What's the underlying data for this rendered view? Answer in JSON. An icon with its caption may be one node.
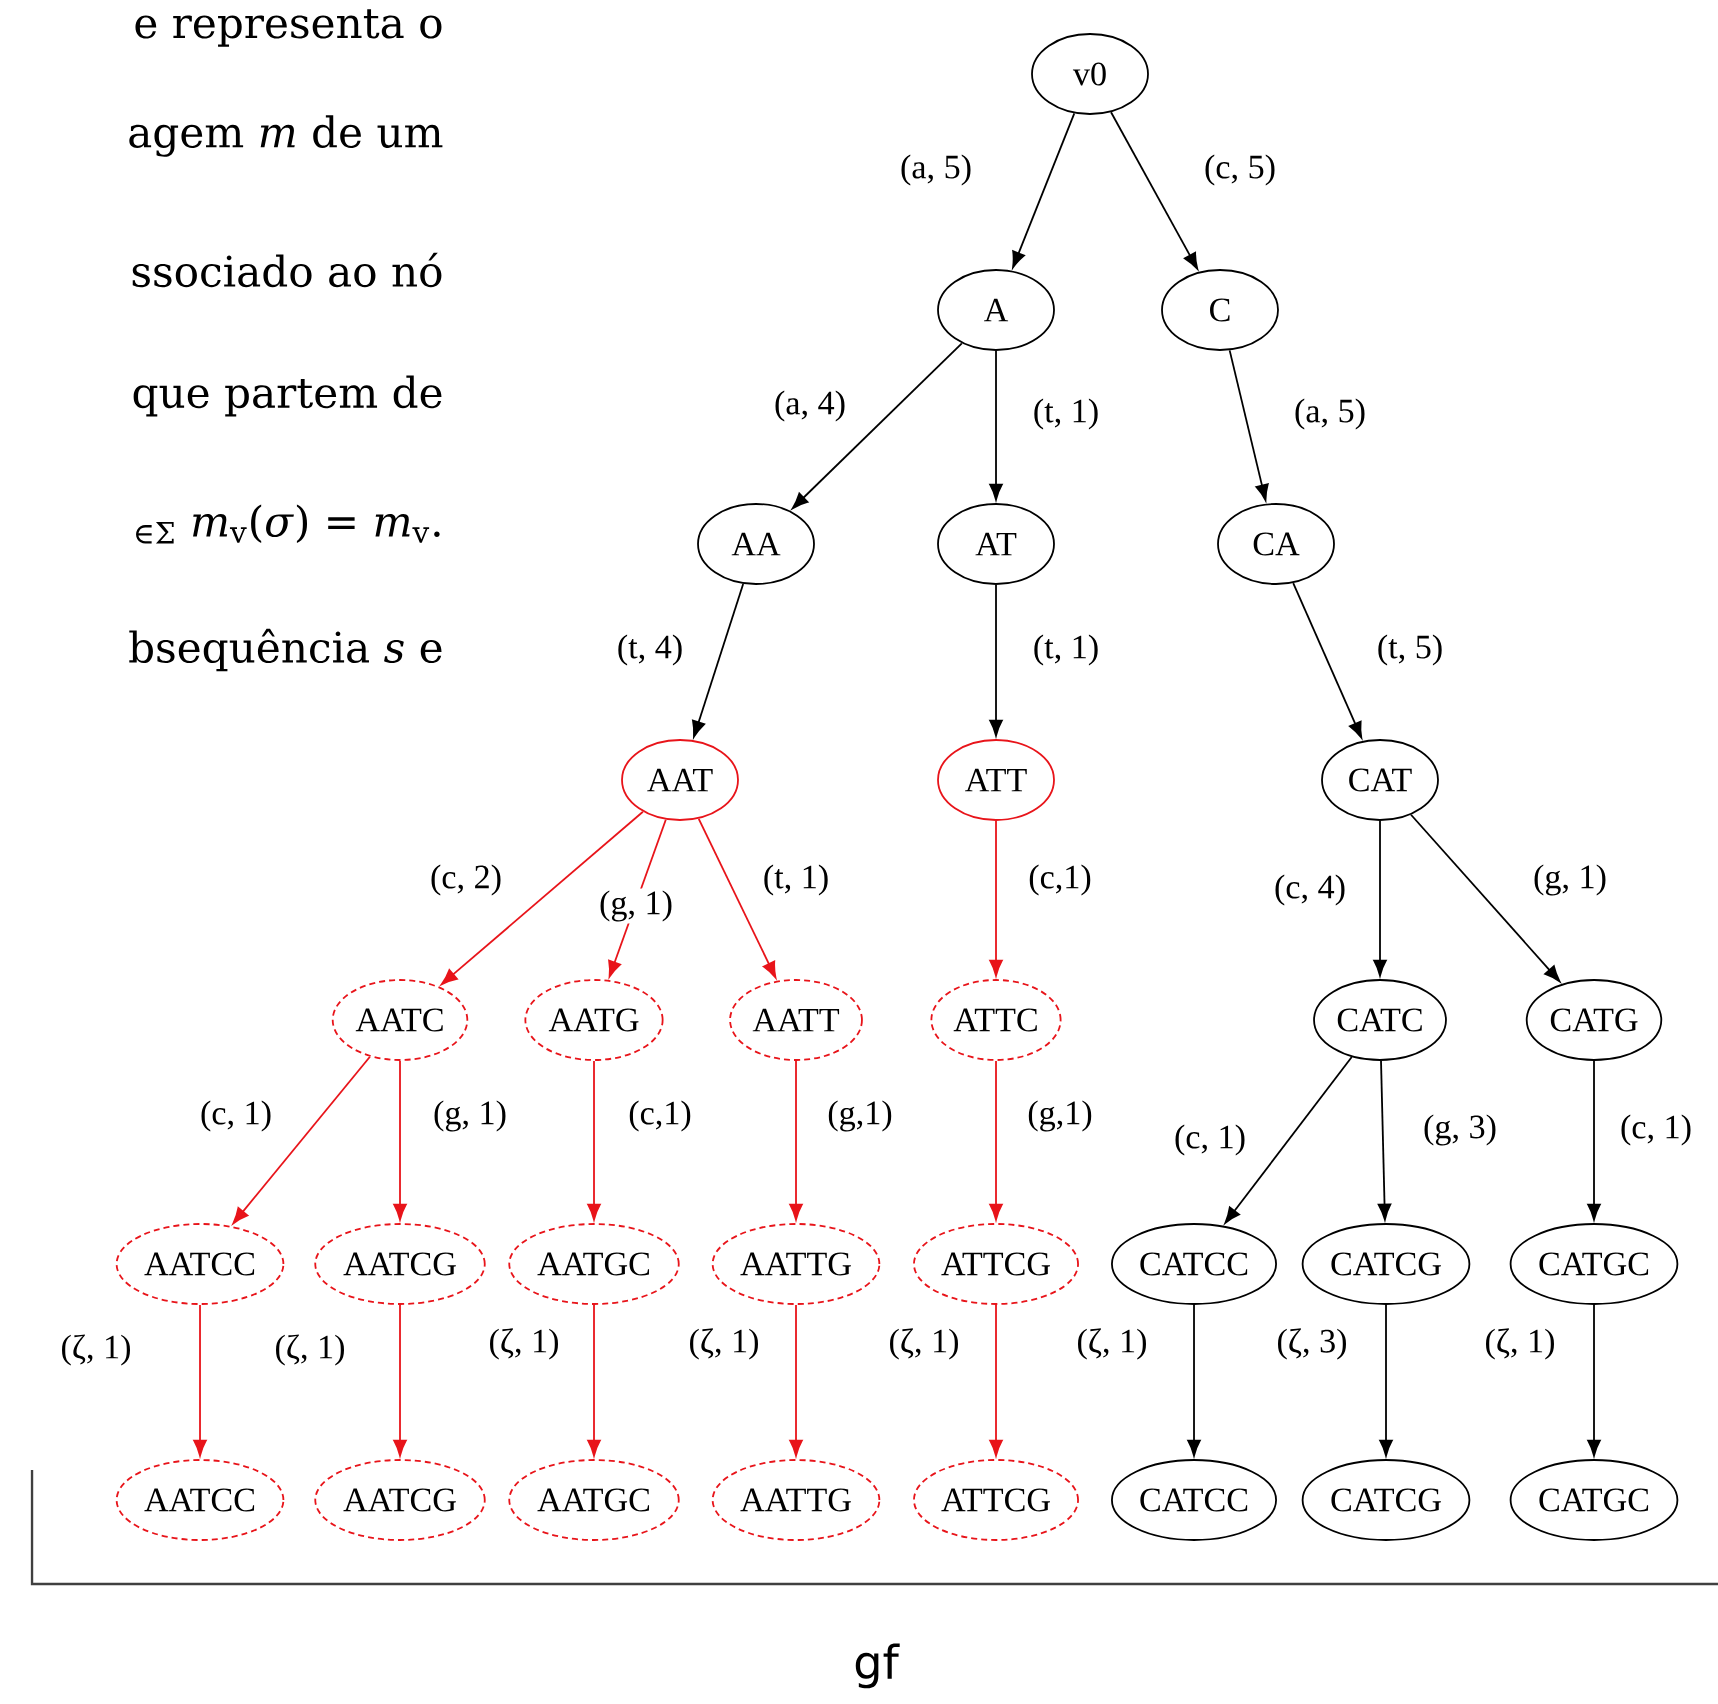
{
  "diagram": {
    "nodes": [
      {
        "text": [
          "v0"
        ]
      },
      {
        "text": [
          "A"
        ]
      },
      {
        "text": [
          "C"
        ]
      },
      {
        "text": [
          "AA"
        ]
      },
      {
        "text": [
          "AT"
        ]
      },
      {
        "text": [
          "CA"
        ]
      },
      {
        "text": [
          "AAT"
        ]
      },
      {
        "text": [
          "ATT"
        ]
      },
      {
        "text": [
          "CAT"
        ]
      },
      {
        "text": [
          "AATC"
        ]
      },
      {
        "text": [
          "AATG"
        ]
      },
      {
        "text": [
          "AATT"
        ]
      },
      {
        "text": [
          "ATTC"
        ]
      },
      {
        "text": [
          "CATC"
        ]
      },
      {
        "text": [
          "CATG"
        ]
      },
      {
        "text": [
          "AATCC"
        ]
      },
      {
        "text": [
          "AATCG"
        ]
      },
      {
        "text": [
          "AATGC"
        ]
      },
      {
        "text": [
          "AATTG"
        ]
      },
      {
        "text": [
          "ATTCG"
        ]
      },
      {
        "text": [
          "CATCC"
        ]
      },
      {
        "text": [
          "CATCG"
        ]
      },
      {
        "text": [
          "CATGC"
        ]
      },
      {
        "text": [
          "AATCC"
        ]
      },
      {
        "text": [
          "AATCG"
        ]
      },
      {
        "text": [
          "AATGC"
        ]
      },
      {
        "text": [
          "AATTG"
        ]
      },
      {
        "text": [
          "ATTCG"
        ]
      },
      {
        "text": [
          "CATCC"
        ]
      },
      {
        "text": [
          "CATCG"
        ]
      },
      {
        "text": [
          "CATGC"
        ]
      }
    ],
    "edges": [
      {
        "from": 0,
        "to": 1,
        "arrow": "to",
        "label": "(a, 5)"
      },
      {
        "from": 0,
        "to": 2,
        "arrow": "to",
        "label": "(c, 5)"
      },
      {
        "from": 1,
        "to": 3,
        "arrow": "to",
        "label": "(a, 4)"
      },
      {
        "from": 1,
        "to": 4,
        "arrow": "to",
        "label": "(t, 1)"
      },
      {
        "from": 2,
        "to": 5,
        "arrow": "to",
        "label": "(a, 5)"
      },
      {
        "from": 3,
        "to": 6,
        "arrow": "to",
        "label": "(t, 4)"
      },
      {
        "from": 4,
        "to": 7,
        "arrow": "to",
        "label": "(t, 1)"
      },
      {
        "from": 5,
        "to": 8,
        "arrow": "to",
        "label": "(t, 5)"
      },
      {
        "from": 6,
        "to": 9,
        "arrow": "to",
        "label": "(c, 2)",
        "color": "#e8141a"
      },
      {
        "from": 6,
        "to": 10,
        "arrow": "to",
        "label": "(g, 1)",
        "color": "#e8141a"
      },
      {
        "from": 6,
        "to": 11,
        "arrow": "to",
        "label": "(t, 1)",
        "color": "#e8141a"
      },
      {
        "from": 7,
        "to": 12,
        "arrow": "to",
        "label": "(c,1)",
        "color": "#e8141a"
      },
      {
        "from": 8,
        "to": 13,
        "arrow": "to",
        "label": "(c, 4)"
      },
      {
        "from": 8,
        "to": 14,
        "arrow": "to",
        "label": "(g, 1)"
      },
      {
        "from": 9,
        "to": 15,
        "arrow": "to",
        "label": "(c, 1)",
        "color": "#e8141a"
      },
      {
        "from": 9,
        "to": 16,
        "arrow": "to",
        "label": "(g, 1)",
        "color": "#e8141a"
      },
      {
        "from": 10,
        "to": 17,
        "arrow": "to",
        "label": "(c,1)",
        "color": "#e8141a"
      },
      {
        "from": 11,
        "to": 18,
        "arrow": "to",
        "label": "(g,1)",
        "color": "#e8141a"
      },
      {
        "from": 12,
        "to": 19,
        "arrow": "to",
        "label": "(g,1)",
        "color": "#e8141a"
      },
      {
        "from": 13,
        "to": 20,
        "arrow": "to",
        "label": "(c, 1)"
      },
      {
        "from": 13,
        "to": 21,
        "arrow": "to",
        "label": "(g, 3)"
      },
      {
        "from": 14,
        "to": 22,
        "arrow": "to",
        "label": "(c, 1)"
      },
      {
        "from": 15,
        "to": 23,
        "arrow": "to",
        "label": "(ζ, 1)",
        "color": "#e8141a"
      },
      {
        "from": 16,
        "to": 24,
        "arrow": "to",
        "label": "(ζ, 1)",
        "color": "#e8141a"
      },
      {
        "from": 17,
        "to": 25,
        "arrow": "to",
        "label": "(ζ, 1)",
        "color": "#e8141a"
      },
      {
        "from": 18,
        "to": 26,
        "arrow": "to",
        "label": "(ζ, 1)",
        "color": "#e8141a"
      },
      {
        "from": 19,
        "to": 27,
        "arrow": "to",
        "label": "(ζ, 1)",
        "color": "#e8141a"
      },
      {
        "from": 20,
        "to": 28,
        "arrow": "to",
        "label": "(ζ, 1)"
      },
      {
        "from": 21,
        "to": 29,
        "arrow": "to",
        "label": "(ζ, 3)"
      },
      {
        "from": 22,
        "to": 30,
        "arrow": "to",
        "label": "(ζ, 1)"
      }
    ],
    "labels": [
      "e representa o",
      "agem *m* de um",
      "ssociado ao nó",
      "que partem de",
      "$_{∈Σ}$ *m*$_{v}$(*σ*) = *m*$_{v}$.",
      "bsequência *s* e",
      "gf"
    ]
  }
}
